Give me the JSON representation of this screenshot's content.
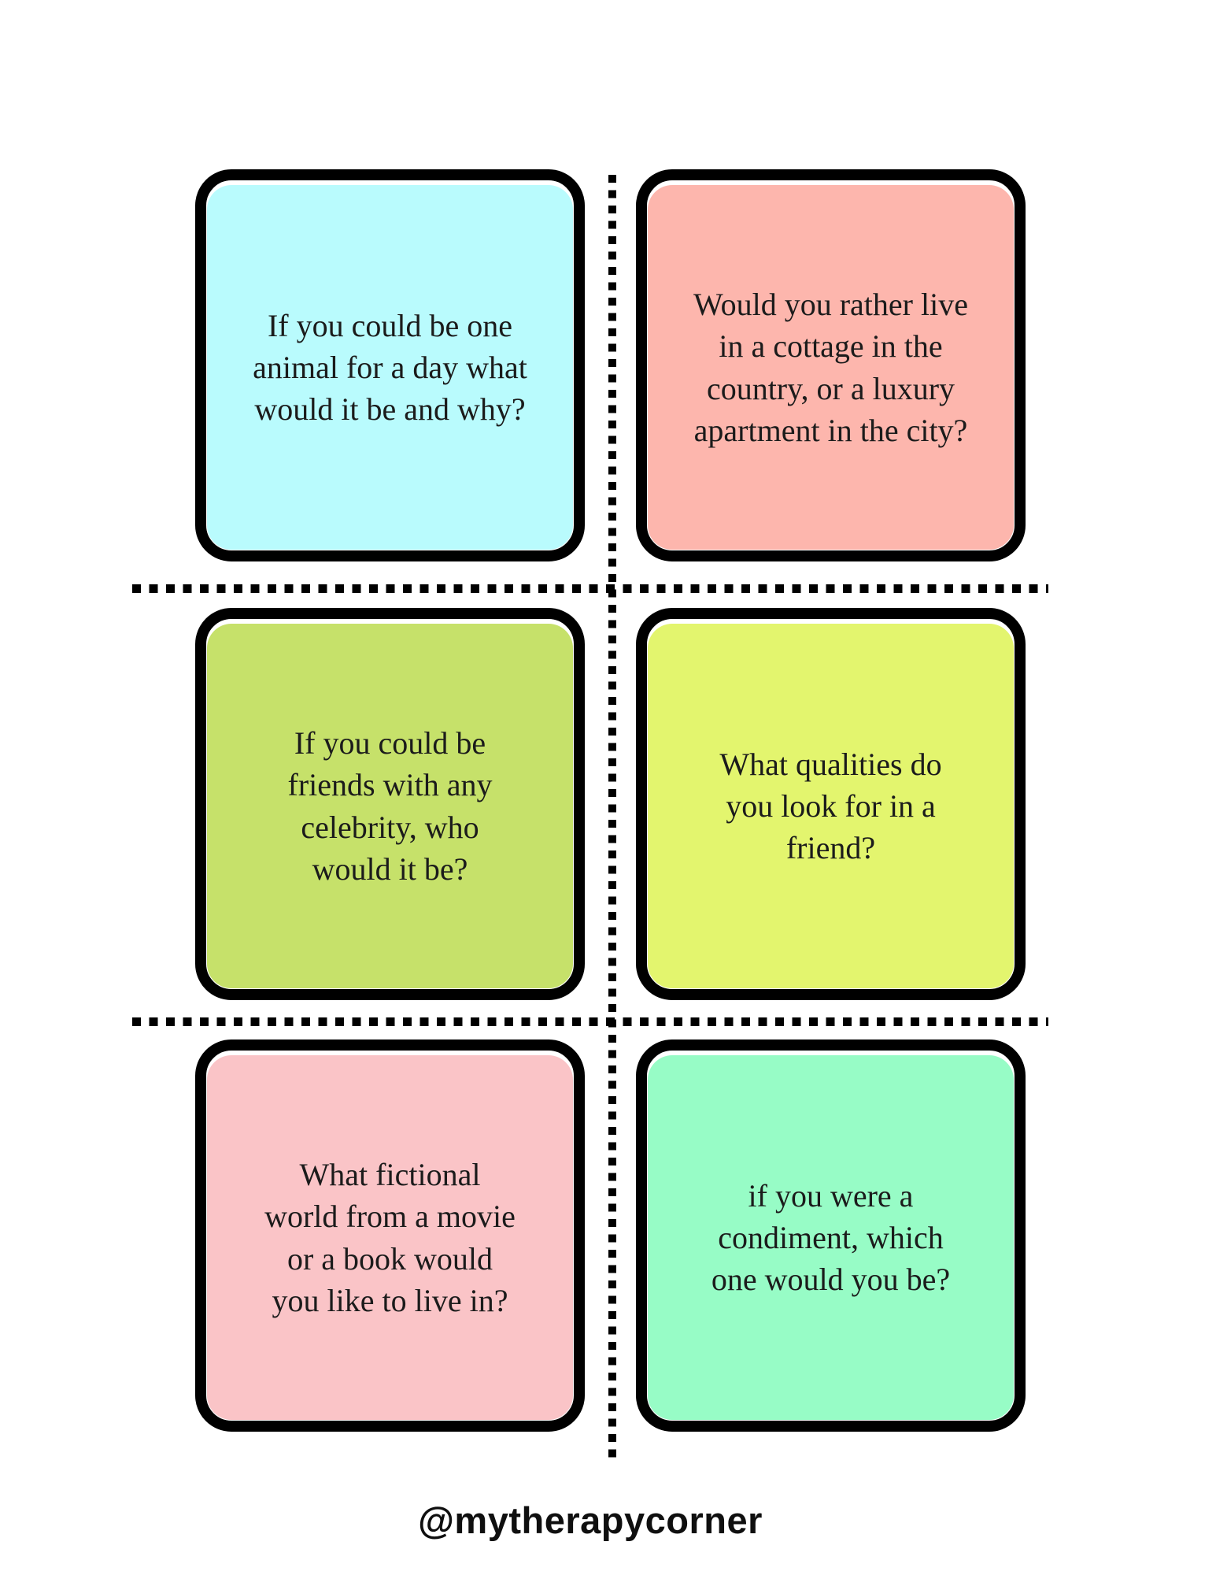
{
  "palette": {
    "page_bg": "#ffffff",
    "card_border": "#000000",
    "question_text": "#1b1b1b",
    "cut_line_dots": "#000000",
    "footer_text": "#0f0f0f"
  },
  "cards": [
    {
      "name": "card-animal",
      "color": "#b9fbfd",
      "text": "If you could be one\nanimal for a day what\nwould it be and why?"
    },
    {
      "name": "card-cottage",
      "color": "#fdb6ad",
      "text": "Would you rather live\nin a cottage in the\ncountry, or a luxury\napartment in the city?"
    },
    {
      "name": "card-celebrity",
      "color": "#c6e16a",
      "text": "If you could be\nfriends with any\ncelebrity, who\nwould it be?"
    },
    {
      "name": "card-qualities",
      "color": "#e3f56e",
      "text": "What qualities do\nyou look for in a\nfriend?"
    },
    {
      "name": "card-fictional",
      "color": "#fac4c7",
      "text": "What fictional\nworld from a movie\nor a book would\nyou like to live in?"
    },
    {
      "name": "card-condiment",
      "color": "#97fcc6",
      "text": "if you were a\ncondiment, which\none would you be?"
    }
  ],
  "footer": {
    "handle": "@mytherapycorner"
  }
}
